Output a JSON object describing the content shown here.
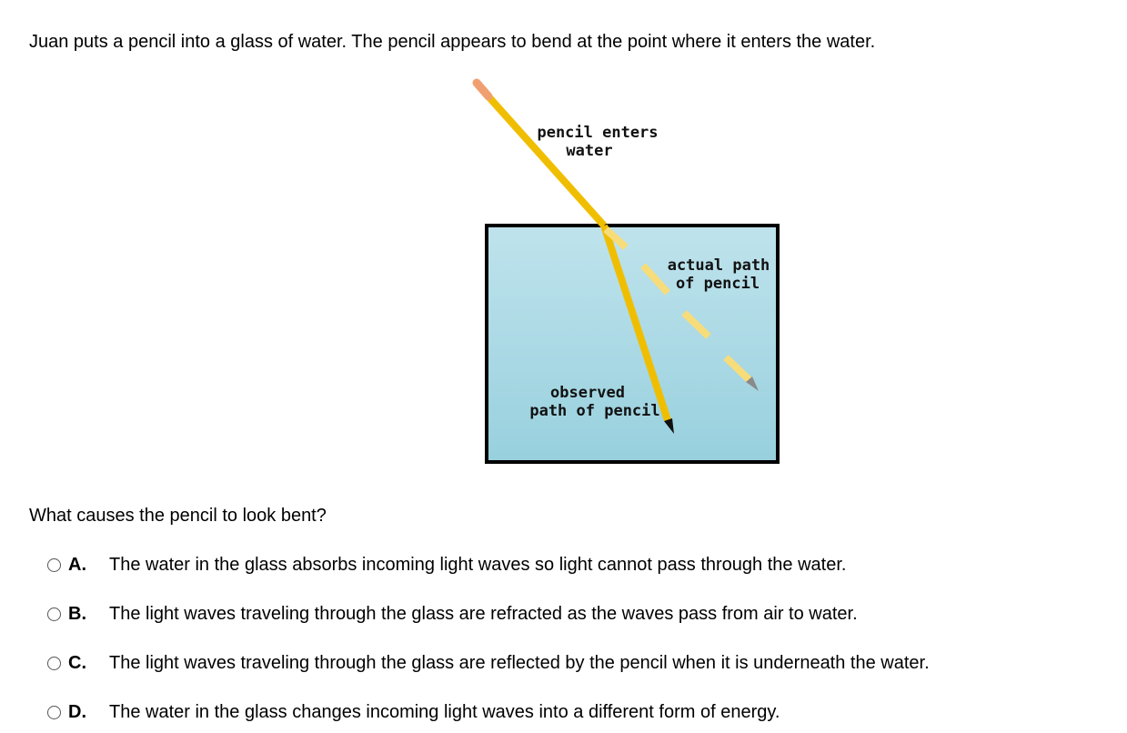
{
  "intro_text": "Juan puts a pencil into a glass of water. The pencil appears to bend at the point where it enters the water.",
  "diagram": {
    "label_enters_line1": "pencil enters",
    "label_enters_line2": "water",
    "label_actual_line1": "actual path",
    "label_actual_line2": "of pencil",
    "label_observed_line1": "observed",
    "label_observed_line2": "path of pencil",
    "colors": {
      "water": "#a9d9e6",
      "pencil": "#f0be00",
      "pencil_ghost": "#f7dc7a",
      "eraser": "#f0a070",
      "outline": "#000000"
    }
  },
  "question_text": "What causes the pencil to look bent?",
  "choices": [
    {
      "letter": "A.",
      "text": "The water in the glass absorbs incoming light waves so light cannot pass through the water."
    },
    {
      "letter": "B.",
      "text": "The light waves traveling through the glass are refracted as the waves pass from air to water."
    },
    {
      "letter": "C.",
      "text": "The light waves traveling through the glass are reflected by the pencil when it is underneath the water."
    },
    {
      "letter": "D.",
      "text": "The water in the glass changes incoming light waves into a different form of energy."
    }
  ]
}
